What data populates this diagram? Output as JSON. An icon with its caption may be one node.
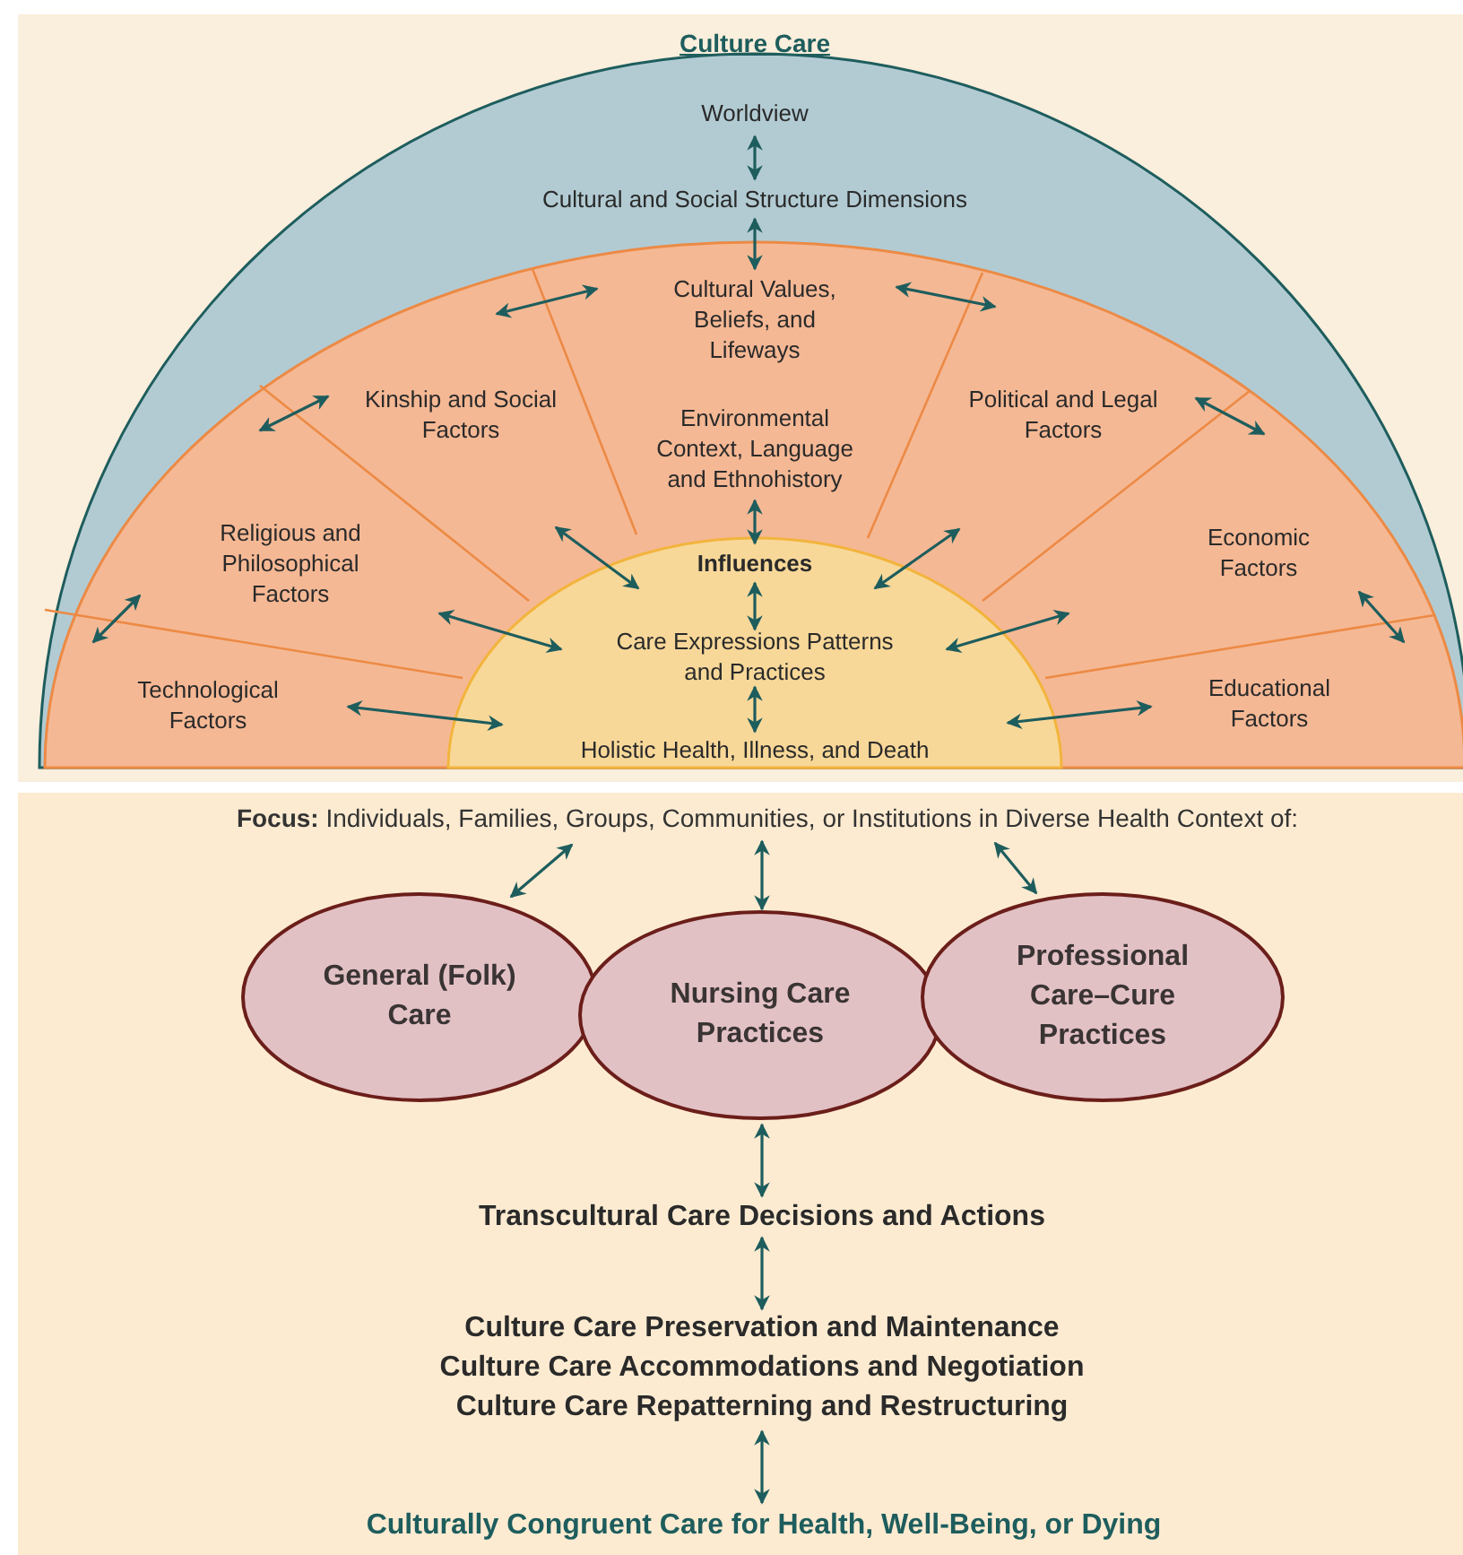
{
  "diagram": {
    "title": "Culture Care",
    "nodes": [
      {
        "text": [
          "Worldview"
        ]
      },
      {
        "text": [
          "Cultural and Social Structure Dimensions"
        ]
      },
      {
        "text": [
          "Cultural Values, Beliefs, and Lifeways"
        ]
      },
      {
        "text": [
          "Kinship and Social Factors"
        ]
      },
      {
        "text": [
          "Environmental Context, Language and Ethnohistory"
        ]
      },
      {
        "text": [
          "Political and Legal Factors"
        ]
      },
      {
        "text": [
          "Religious and Philosophical Factors"
        ]
      },
      {
        "text": [
          "Economic Factors"
        ]
      },
      {
        "text": [
          "Technological Factors"
        ]
      },
      {
        "text": [
          "Educational Factors"
        ]
      },
      {
        "text": [
          "Influences"
        ]
      },
      {
        "text": [
          "Care Expressions Patterns and Practices"
        ]
      },
      {
        "text": [
          "Holistic Health, Illness, and Death"
        ]
      },
      {
        "text": [
          "**Focus:** Individuals, Families, Groups, Communities, or Institutions in Diverse Health Context of:"
        ]
      },
      {
        "text": [
          "General (Folk) Care"
        ]
      },
      {
        "text": [
          "Nursing Care Practices"
        ]
      },
      {
        "text": [
          "Professional Care–Cure Practices"
        ]
      },
      {
        "text": [
          "Transcultural Care Decisions and Actions"
        ]
      },
      {
        "text": [
          "Culture Care Preservation and Maintenance",
          "Culture Care Accommodations and Negotiation",
          "Culture Care Repatterning and Restructuring"
        ]
      },
      {
        "text": [
          "Culturally Congruent Care for Health, Well-Being, or Dying"
        ]
      }
    ],
    "edges": [
      {
        "from": 0,
        "to": 1,
        "arrow": "both"
      },
      {
        "from": 1,
        "to": 2,
        "arrow": "both"
      },
      {
        "from": 3,
        "to": 2,
        "arrow": "both"
      },
      {
        "from": 2,
        "to": 5,
        "arrow": "both"
      },
      {
        "from": 6,
        "to": 3,
        "arrow": "both"
      },
      {
        "from": 5,
        "to": 7,
        "arrow": "both"
      },
      {
        "from": 8,
        "to": 6,
        "arrow": "both"
      },
      {
        "from": 7,
        "to": 9,
        "arrow": "both"
      },
      {
        "from": 4,
        "to": 10,
        "arrow": "both"
      },
      {
        "from": 3,
        "to": 10,
        "arrow": "both"
      },
      {
        "from": 10,
        "to": 5,
        "arrow": "both"
      },
      {
        "from": 6,
        "to": 11,
        "arrow": "both"
      },
      {
        "from": 11,
        "to": 7,
        "arrow": "both"
      },
      {
        "from": 8,
        "to": 12,
        "arrow": "both"
      },
      {
        "from": 12,
        "to": 9,
        "arrow": "both"
      },
      {
        "from": 10,
        "to": 11,
        "arrow": "both"
      },
      {
        "from": 11,
        "to": 12,
        "arrow": "both"
      },
      {
        "from": 14,
        "to": 13,
        "arrow": "both"
      },
      {
        "from": 13,
        "to": 15,
        "arrow": "both"
      },
      {
        "from": 13,
        "to": 16,
        "arrow": "both"
      },
      {
        "from": 15,
        "to": 17,
        "arrow": "both"
      },
      {
        "from": 17,
        "to": 18,
        "arrow": "both"
      },
      {
        "from": 18,
        "to": 19,
        "arrow": "both"
      }
    ]
  }
}
